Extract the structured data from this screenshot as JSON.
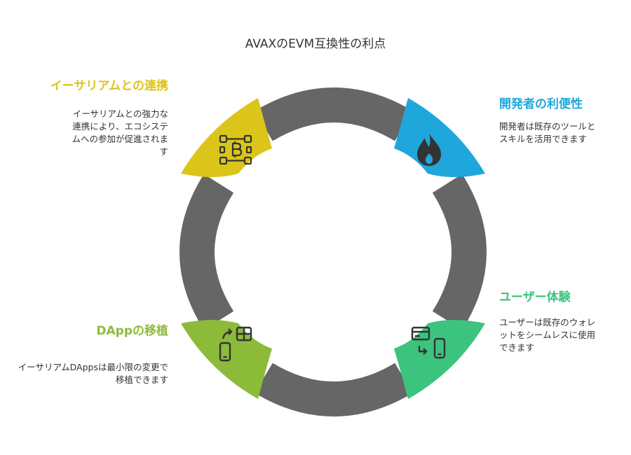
{
  "title": "AVAXのEVM互換性の利点",
  "colors": {
    "ring": "#666666",
    "yellow": "#dcc51b",
    "blue": "#1fa7dc",
    "green": "#3cc47e",
    "olive": "#8cbb3a"
  },
  "sections": {
    "top_left": {
      "heading": "イーサリアムとの連携",
      "description": "イーサリアムとの強力な連携により、エコシステムへの参加が促進されます",
      "icon": "bitcoin-network-icon"
    },
    "top_right": {
      "heading": "開発者の利便性",
      "description": "開発者は既存のツールとスキルを活用できます",
      "icon": "flame-icon"
    },
    "bottom_right": {
      "heading": "ユーザー体験",
      "description": "ユーザーは既存のウォレットをシームレスに使用できます",
      "icon": "card-to-phone-icon"
    },
    "bottom_left": {
      "heading": "DAppの移植",
      "description": "イーサリアムDAppsは最小限の変更で移植できます",
      "icon": "app-transfer-icon"
    }
  }
}
